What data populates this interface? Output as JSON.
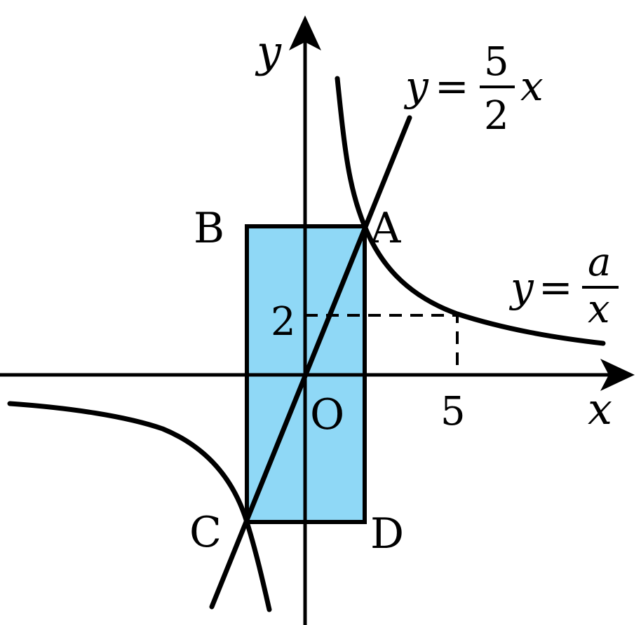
{
  "labels": {
    "x_axis": "x",
    "y_axis": "y",
    "origin": "O",
    "A": "A",
    "B": "B",
    "C": "C",
    "D": "D",
    "tick_x": "5",
    "tick_y": "2"
  },
  "line_eq": {
    "lhs": "y",
    "eq": "=",
    "num": "5",
    "den": "2",
    "var": "x"
  },
  "hyper_eq": {
    "lhs": "y",
    "eq": "=",
    "num": "a",
    "den": "x"
  },
  "colors": {
    "rectangle_fill": "#8fd8f6",
    "stroke": "#000000"
  }
}
